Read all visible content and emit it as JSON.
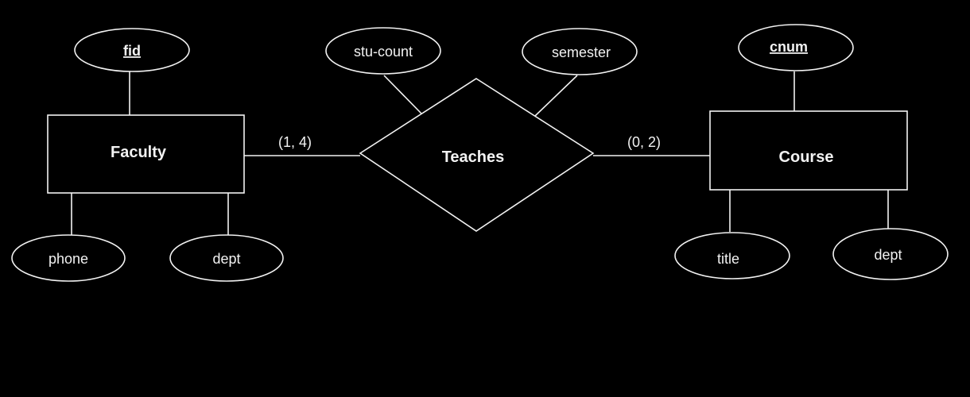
{
  "colors": {
    "background": "#000000",
    "stroke": "#f2f2f2",
    "text": "#f2f2f2"
  },
  "entities": {
    "faculty": {
      "label": "Faculty",
      "attributes": {
        "fid": "fid",
        "phone": "phone",
        "dept": "dept"
      }
    },
    "course": {
      "label": "Course",
      "attributes": {
        "cnum": "cnum",
        "title": "title",
        "dept": "dept"
      }
    }
  },
  "relationship": {
    "label": "Teaches",
    "attributes": {
      "stu_count": "stu-count",
      "semester": "semester"
    }
  },
  "cardinalities": {
    "faculty": "(1, 4)",
    "course": "(0, 2)"
  }
}
